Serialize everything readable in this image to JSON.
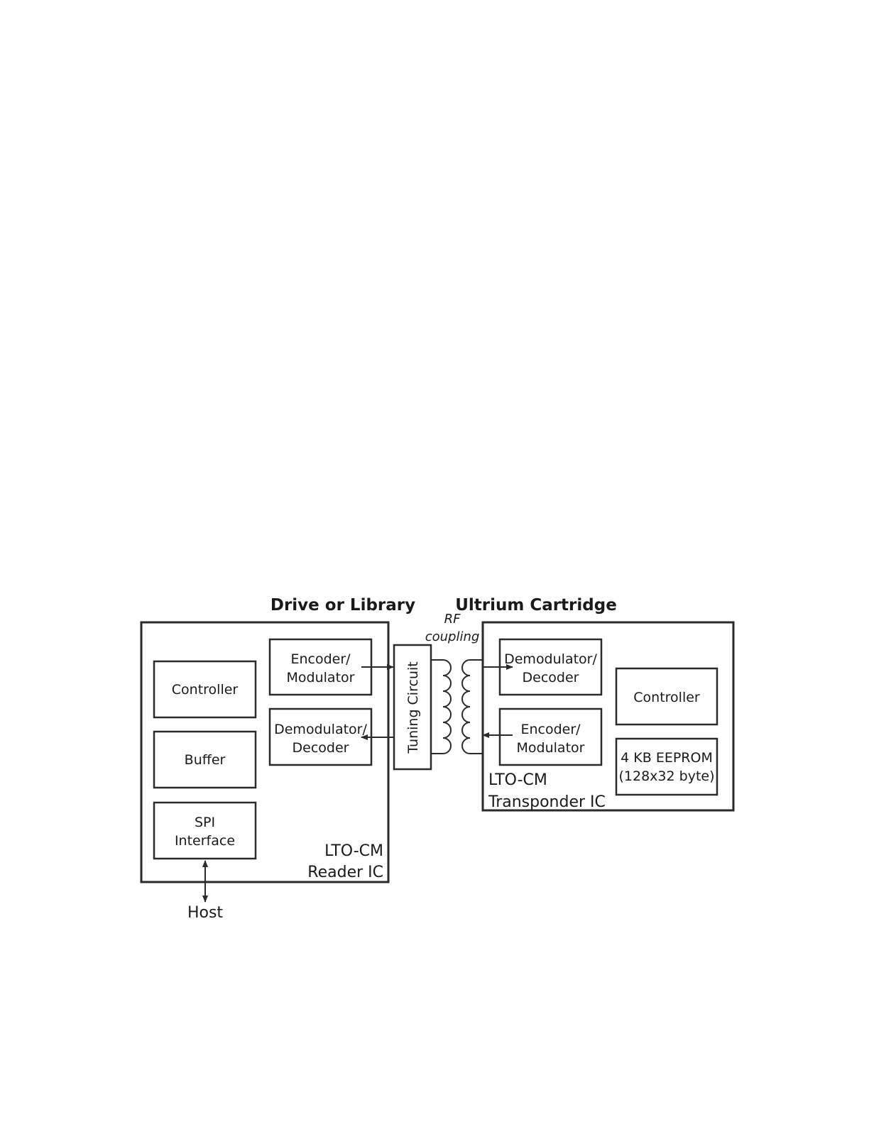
{
  "headings": {
    "left": "Drive or Library",
    "right": "Ultrium Cartridge"
  },
  "coupling_label": [
    "RF",
    "coupling"
  ],
  "reader": {
    "name": [
      "LTO-CM",
      "Reader IC"
    ],
    "controller": [
      "Controller"
    ],
    "buffer": [
      "Buffer"
    ],
    "spi": [
      "SPI",
      "Interface"
    ],
    "encoder": [
      "Encoder/",
      "Modulator"
    ],
    "demodulator": [
      "Demodulator/",
      "Decoder"
    ]
  },
  "tuning_circuit": "Tuning Circuit",
  "transponder": {
    "name": [
      "LTO-CM",
      "Transponder IC"
    ],
    "demodulator": [
      "Demodulator/",
      "Decoder"
    ],
    "encoder": [
      "Encoder/",
      "Modulator"
    ],
    "controller": [
      "Controller"
    ],
    "eeprom": [
      "4 KB EEPROM",
      "(128x32 byte)"
    ]
  },
  "host": "Host"
}
